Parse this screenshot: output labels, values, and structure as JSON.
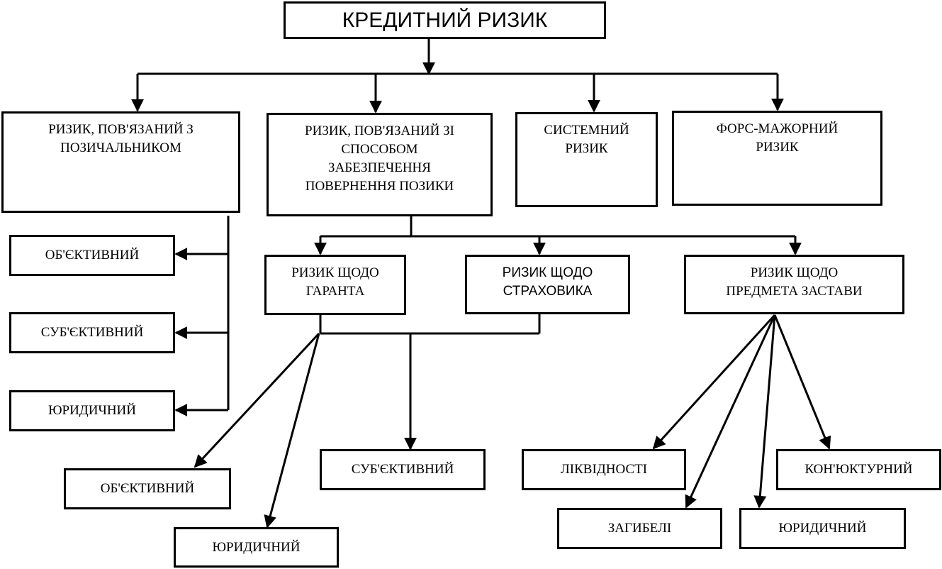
{
  "root": "КРЕДИТНИЙ РИЗИК",
  "categories": {
    "borrower": [
      "РИЗИК, ПОВ'ЯЗАНИЙ З",
      "ПОЗИЧАЛЬНИКОМ"
    ],
    "repayment": [
      "РИЗИК, ПОВ'ЯЗАНИЙ ЗІ",
      "СПОСОБОМ",
      "ЗАБЕЗПЕЧЕННЯ",
      "ПОВЕРНЕННЯ ПОЗИКИ"
    ],
    "systemic": [
      "СИСТЕМНИЙ",
      "РИЗИК"
    ],
    "force_majeure": [
      "ФОРС-МАЖОРНИЙ",
      "РИЗИК"
    ]
  },
  "borrower_types": {
    "objective": "ОБ'ЄКТИВНИЙ",
    "subjective": "СУБ'ЄКТИВНИЙ",
    "legal": "ЮРИДИЧНИЙ"
  },
  "repayment_types": {
    "guarantor": [
      "РИЗИК ЩОДО",
      "ГАРАНТА"
    ],
    "insurer": [
      "РИЗИК ЩОДО",
      "СТРАХОВИКА"
    ],
    "collateral": [
      "РИЗИК ЩОДО",
      "ПРЕДМЕТА ЗАСТАВИ"
    ]
  },
  "guarantor_insurer_types": {
    "objective": "ОБ'ЄКТИВНИЙ",
    "subjective": "СУБ'ЄКТИВНИЙ",
    "legal": "ЮРИДИЧНИЙ"
  },
  "collateral_types": {
    "liquidity": "ЛІКВІДНОСТІ",
    "market": "КОН'ЮКТУРНИЙ",
    "loss": "ЗАГИБЕЛІ",
    "legal": "ЮРИДИЧНИЙ"
  }
}
